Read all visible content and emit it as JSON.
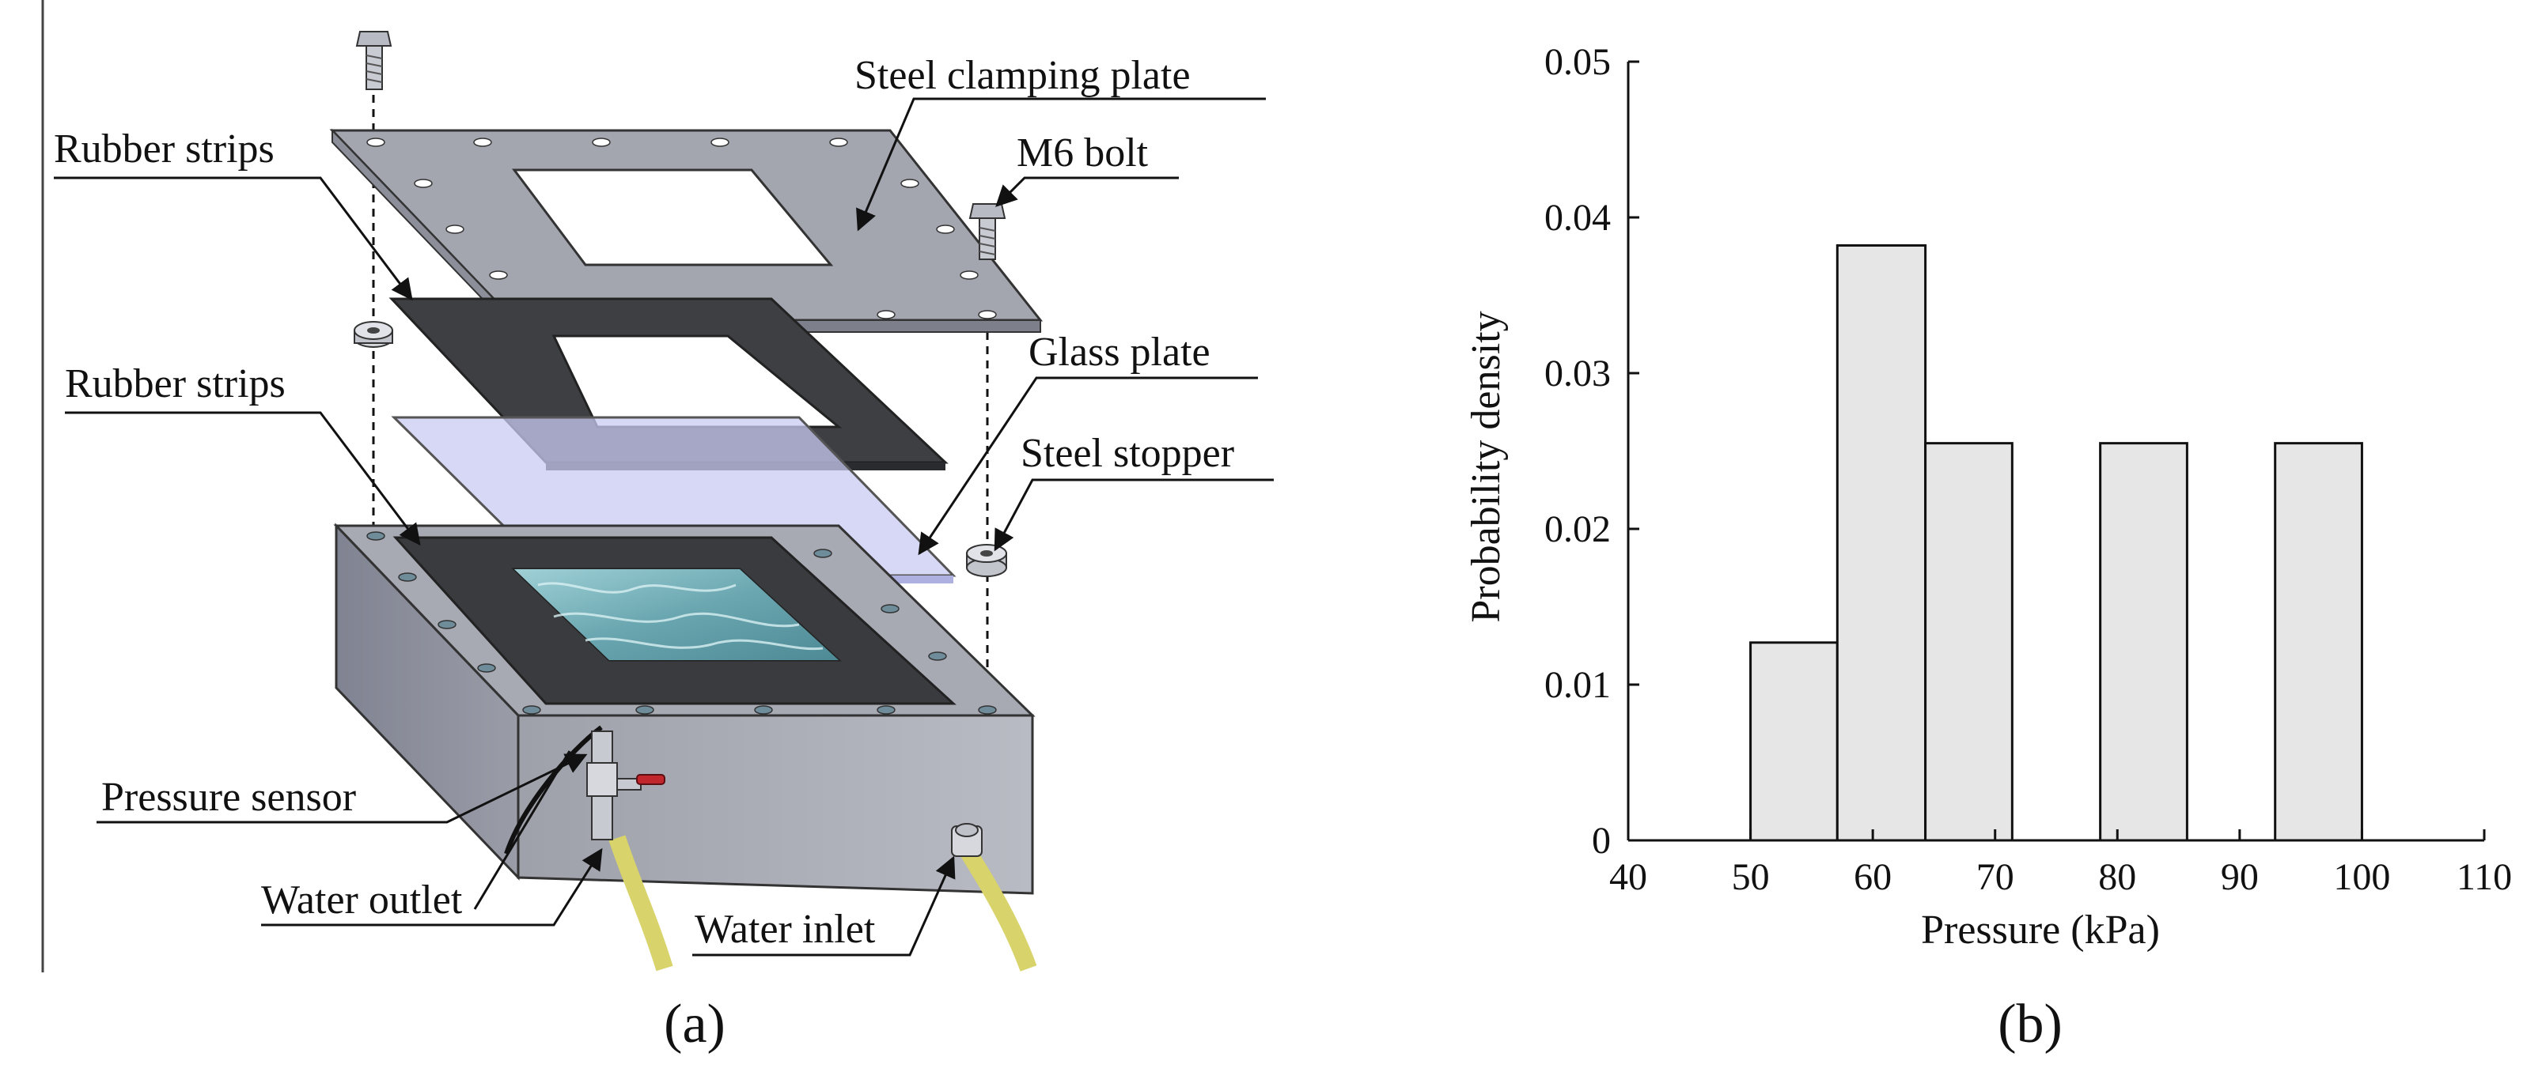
{
  "panel_a": {
    "letter": "(a)",
    "labels": {
      "rubber_strips_top": "Rubber strips",
      "steel_clamping_plate": "Steel clamping plate",
      "m6_bolt": "M6 bolt",
      "rubber_strips_bottom": "Rubber strips",
      "glass_plate": "Glass plate",
      "steel_stopper": "Steel stopper",
      "pressure_sensor": "Pressure sensor",
      "water_outlet": "Water outlet",
      "water_inlet": "Water inlet"
    },
    "colors": {
      "steel": "#9a9ca6",
      "rubber": "#3c3d40",
      "glass": "#c9cbf2",
      "water": "#7fb6bf",
      "hose": "#d8d36a",
      "valve_handle": "#c0262b"
    }
  },
  "panel_b": {
    "letter": "(b)"
  },
  "chart_data": {
    "type": "bar",
    "xlabel": "Pressure (kPa)",
    "ylabel": "Probability density",
    "xlim": [
      40,
      110
    ],
    "ylim": [
      0,
      0.05
    ],
    "xticks": [
      "40",
      "50",
      "60",
      "70",
      "80",
      "90",
      "100",
      "110"
    ],
    "yticks": [
      "0",
      "0.01",
      "0.02",
      "0.03",
      "0.04",
      "0.05"
    ],
    "bins": [
      {
        "from": 50.0,
        "to": 57.1,
        "value": 0.0127
      },
      {
        "from": 57.1,
        "to": 64.3,
        "value": 0.0382
      },
      {
        "from": 64.3,
        "to": 71.4,
        "value": 0.0255
      },
      {
        "from": 71.4,
        "to": 78.6,
        "value": 0.0
      },
      {
        "from": 78.6,
        "to": 85.7,
        "value": 0.0255
      },
      {
        "from": 85.7,
        "to": 92.9,
        "value": 0.0
      },
      {
        "from": 92.9,
        "to": 100.0,
        "value": 0.0255
      }
    ],
    "bar_fill": "#e6e6e6",
    "bar_edge": "#111111",
    "grid": false
  }
}
